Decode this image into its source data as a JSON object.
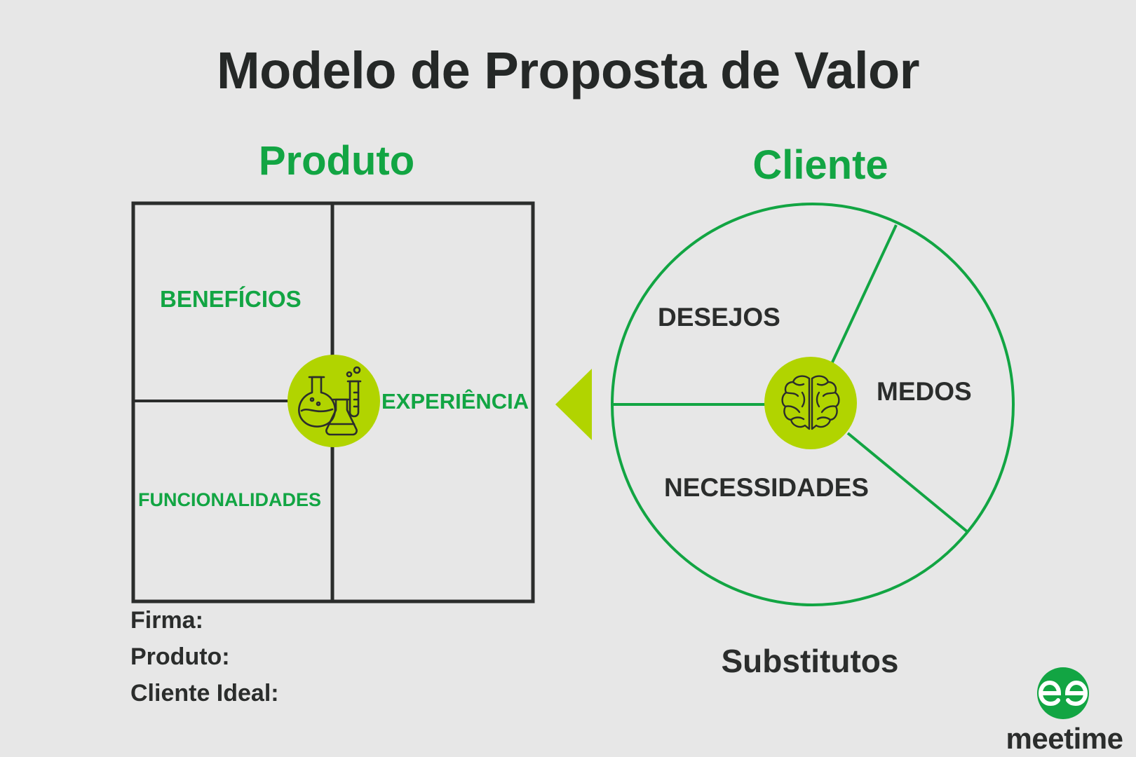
{
  "title": "Modelo de Proposta de Valor",
  "produto": {
    "heading": "Produto",
    "quadrants": {
      "beneficios": "BENEFÍCIOS",
      "experiencia": "EXPERIÊNCIA",
      "funcionalidades": "FUNCIONALIDADES"
    },
    "center_icon": "lab-flask-icon"
  },
  "cliente": {
    "heading": "Cliente",
    "segments": {
      "desejos": "DESEJOS",
      "medos": "MEDOS",
      "necessidades": "NECESSIDADES"
    },
    "center_icon": "brain-icon"
  },
  "info": {
    "firma": "Firma:",
    "produto": "Produto:",
    "cliente_ideal": "Cliente Ideal:"
  },
  "substitutos": "Substitutos",
  "brand": {
    "name": "meetime",
    "logo_icon": "meetime-logo-icon"
  },
  "colors": {
    "background": "#e7e7e7",
    "green": "#12a543",
    "lime": "#b1d400",
    "dark": "#2b2d2c"
  }
}
